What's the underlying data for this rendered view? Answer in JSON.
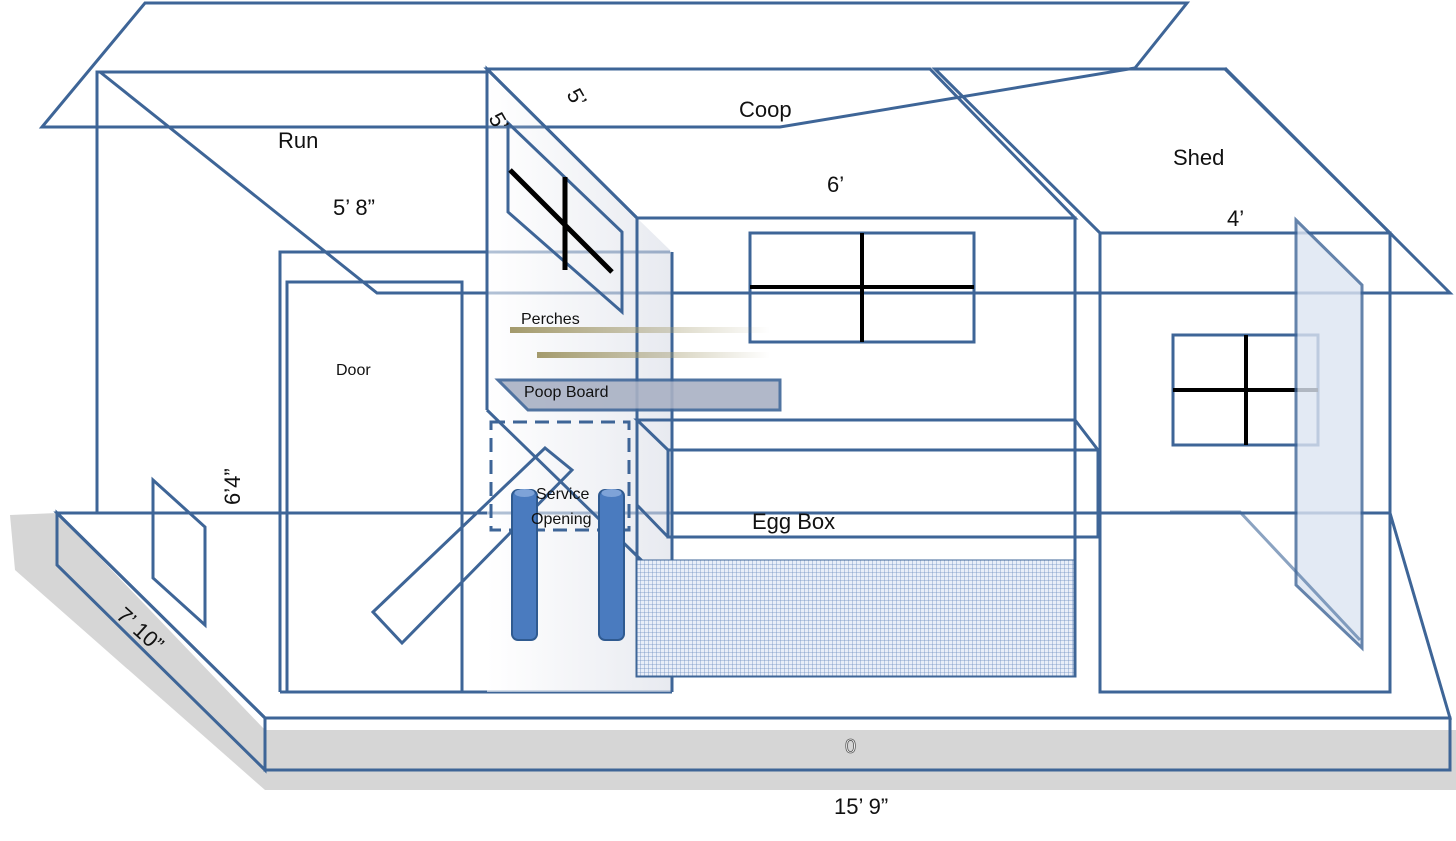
{
  "colors": {
    "stroke": "#3e6597",
    "floor": "#b3b3b3",
    "roof": "#d9d9d9",
    "shed": "#bccdec",
    "post": "#4a7bbf"
  },
  "labels": {
    "run": "Run",
    "coop": "Coop",
    "shed": "Shed",
    "door": "Door",
    "perches": "Perches",
    "poop_board": "Poop Board",
    "service_opening_1": "Service",
    "service_opening_2": "Opening",
    "egg_box": "Egg Box"
  },
  "dimensions": {
    "run_depth": "5’ 8”",
    "coop_width": "6’",
    "coop_depth_a": "5’",
    "coop_depth_b": "5’",
    "shed_width": "4’",
    "run_height": "6’4”",
    "base_depth": "7’ 10”",
    "total_length": "15’ 9”",
    "base_marker": "0"
  }
}
